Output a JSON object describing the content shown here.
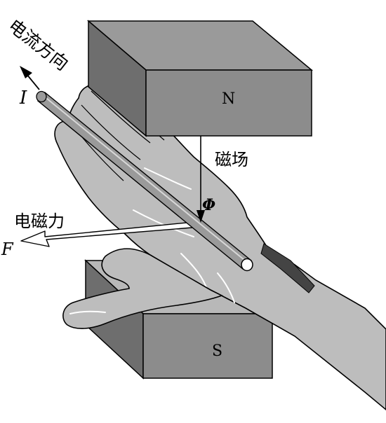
{
  "labels": {
    "current_direction": "电流方向",
    "current_symbol": "I",
    "north_pole": "N",
    "south_pole": "S",
    "magnetic_field": "磁场",
    "flux_symbol": "Φ",
    "electromagnetic_force": "电磁力",
    "force_symbol": "F"
  },
  "colors": {
    "magnet_front": "#8c8c8c",
    "magnet_top": "#b8b8b8",
    "magnet_side": "#6e6e6e",
    "hand_fill": "#bdbdbd",
    "outline": "#000000"
  }
}
